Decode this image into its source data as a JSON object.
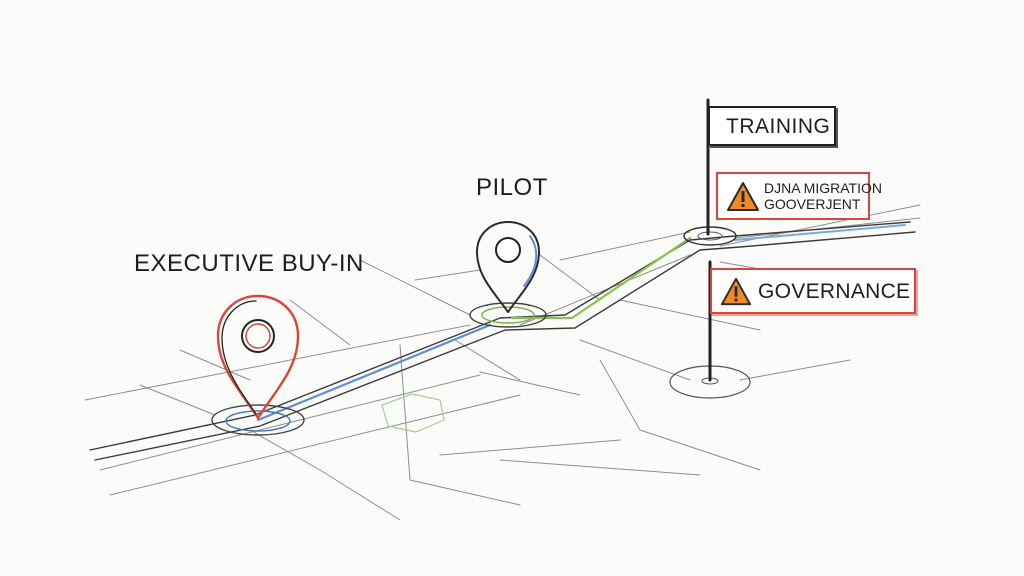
{
  "milestones": {
    "executive": "EXECUTIVE BUY-IN",
    "pilot": "PILOT"
  },
  "signs": {
    "training": "TRAINING",
    "migration_line1": "DJNA MIGRATION",
    "migration_line2": "GOOVERJENT",
    "governance": "GOVERNANCE"
  },
  "icons": {
    "executive_pin": "map-pin-icon",
    "pilot_pin": "map-pin-icon",
    "warning": "warning-triangle-icon",
    "flag_pole": "signpost-icon"
  },
  "colors": {
    "ink": "#1f1f1f",
    "grid": "#9a9a9a",
    "executive_pin": "#d9473a",
    "executive_base": "#4a8fd4",
    "pilot_pin": "#7cb342",
    "route_blue": "#5b8fd6",
    "route_green": "#8bc34a",
    "warning_fill": "#f08a24",
    "sign_red": "#d9453a"
  }
}
